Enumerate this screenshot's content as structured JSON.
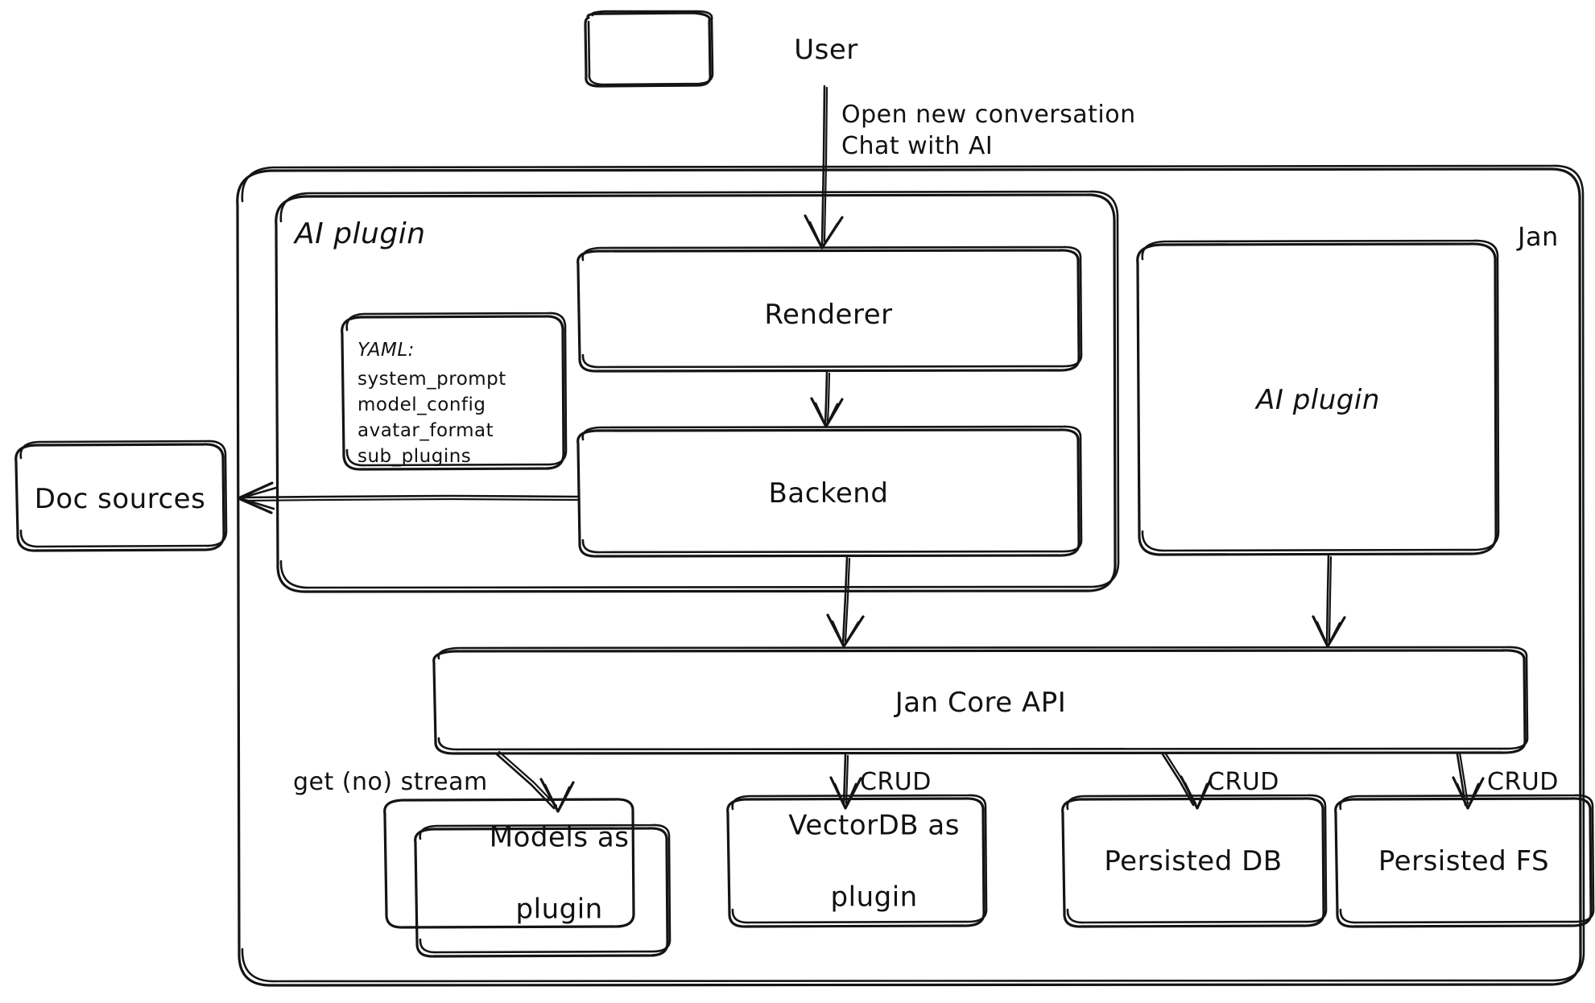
{
  "diagram": {
    "title": "Jan architecture diagram",
    "style": "hand-drawn sketch",
    "stroke_color": "#141414",
    "background_color": "#ffffff"
  },
  "containers": {
    "jan": {
      "label": "Jan"
    },
    "ai_plugin_group": {
      "label": "AI plugin"
    }
  },
  "nodes": {
    "user": {
      "label": "User"
    },
    "renderer": {
      "label": "Renderer"
    },
    "backend": {
      "label": "Backend"
    },
    "ai_plugin": {
      "label": "AI plugin"
    },
    "doc_sources": {
      "label": "Doc sources"
    },
    "jan_core_api": {
      "label": "Jan Core API"
    },
    "models_plugin": {
      "line1": "Models as",
      "line2": "plugin"
    },
    "vectordb_plugin": {
      "line1": "VectorDB as",
      "line2": "plugin"
    },
    "persisted_db": {
      "label": "Persisted DB"
    },
    "persisted_fs": {
      "label": "Persisted FS"
    }
  },
  "yaml_note": {
    "header": "YAML:",
    "items": [
      "system_prompt",
      "model_config",
      "avatar_format",
      "sub_plugins"
    ]
  },
  "edges": [
    {
      "from": "user",
      "to": "renderer",
      "line1": "Open new conversation",
      "line2": "Chat with AI"
    },
    {
      "from": "renderer",
      "to": "backend",
      "label": ""
    },
    {
      "from": "backend",
      "to": "doc_sources",
      "label": ""
    },
    {
      "from": "backend",
      "to": "jan_core_api",
      "label": ""
    },
    {
      "from": "ai_plugin",
      "to": "jan_core_api",
      "label": ""
    },
    {
      "from": "jan_core_api",
      "to": "models_plugin",
      "label": "get (no) stream"
    },
    {
      "from": "jan_core_api",
      "to": "vectordb_plugin",
      "label": "CRUD"
    },
    {
      "from": "jan_core_api",
      "to": "persisted_db",
      "label": "CRUD"
    },
    {
      "from": "jan_core_api",
      "to": "persisted_fs",
      "label": "CRUD"
    }
  ],
  "edge_labels": {
    "user_to_renderer_1": "Open new conversation",
    "user_to_renderer_2": "Chat with AI",
    "get_no_stream": "get (no) stream",
    "crud_1": "CRUD",
    "crud_2": "CRUD",
    "crud_3": "CRUD"
  }
}
